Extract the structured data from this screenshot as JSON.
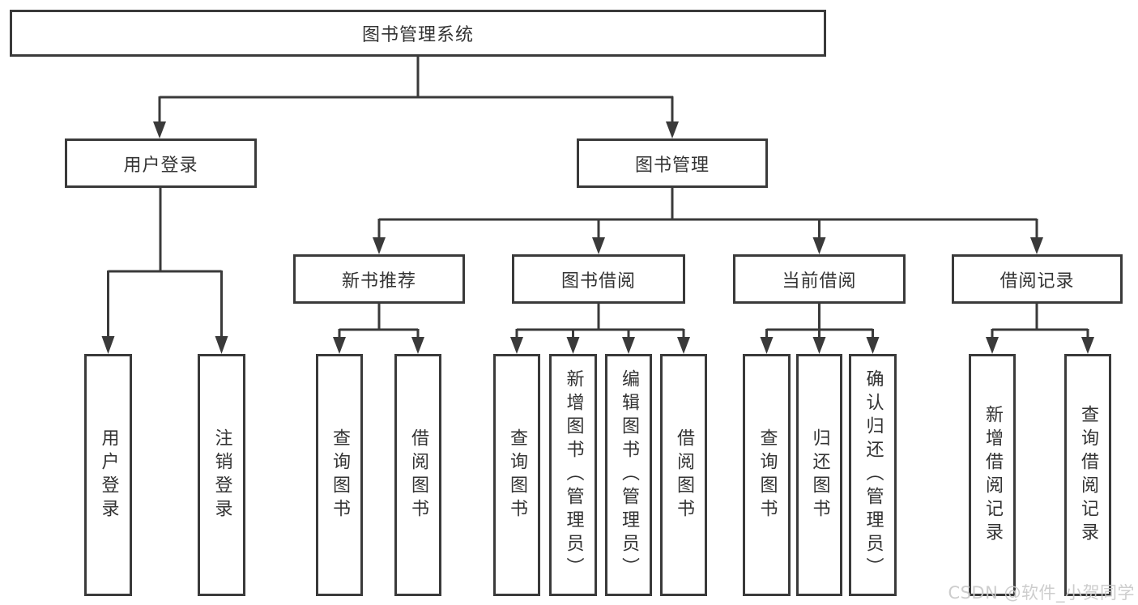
{
  "diagram": {
    "title": "图书管理系统",
    "level2": {
      "user_login": "用户登录",
      "book_mgmt": "图书管理"
    },
    "level3": {
      "new_book_rec": "新书推荐",
      "book_borrow": "图书借阅",
      "current_borrow": "当前借阅",
      "borrow_records": "借阅记录"
    },
    "leaves": {
      "user_login_leaf": "用户登录",
      "logout": "注销登录",
      "nb_query": "查询图书",
      "nb_borrow": "借阅图书",
      "bb_query": "查询图书",
      "bb_add": "新增图书（管理员）",
      "bb_edit": "编辑图书（管理员）",
      "bb_borrow": "借阅图书",
      "cb_query": "查询图书",
      "cb_return": "归还图书",
      "cb_confirm": "确认归还（管理员）",
      "br_add": "新增借阅记录",
      "br_query": "查询借阅记录"
    },
    "watermark": "CSDN @软件_小贺同学",
    "colors": {
      "line": "#3a3a3a",
      "text": "#333333",
      "background": "#ffffff",
      "watermark": "#c9c9c9"
    }
  }
}
